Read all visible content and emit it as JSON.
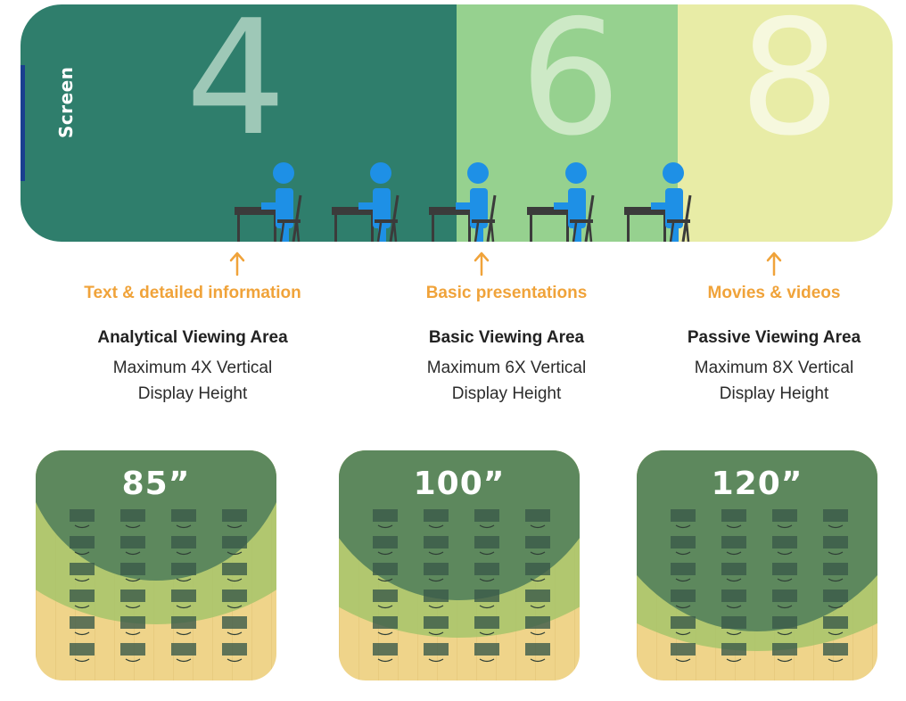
{
  "banner": {
    "screen_label": "Screen",
    "zones": [
      {
        "number": "4",
        "color": "#2f7e6c"
      },
      {
        "number": "6",
        "color": "#96d18f"
      },
      {
        "number": "8",
        "color": "#e8eca6"
      }
    ],
    "person_color": "#1e90e6",
    "desk_color": "#3b3b3b"
  },
  "areas": [
    {
      "use": "Text & detailed information",
      "name": "Analytical Viewing Area",
      "desc": "Maximum 4X Vertical Display Height"
    },
    {
      "use": "Basic presentations",
      "name": "Basic Viewing Area",
      "desc": "Maximum 6X Vertical Display Height"
    },
    {
      "use": "Movies & videos",
      "name": "Passive Viewing Area",
      "desc": "Maximum 8X Vertical Display Height"
    }
  ],
  "rooms": [
    {
      "size": "85”"
    },
    {
      "size": "100”"
    },
    {
      "size": "120”"
    }
  ],
  "colors": {
    "accent": "#f0a33a",
    "room_floor_light": "#efd48a",
    "room_green_band": "#a6c46a",
    "room_dark_overlay": "#4f7d5a",
    "seat": "#3b5a4a"
  }
}
